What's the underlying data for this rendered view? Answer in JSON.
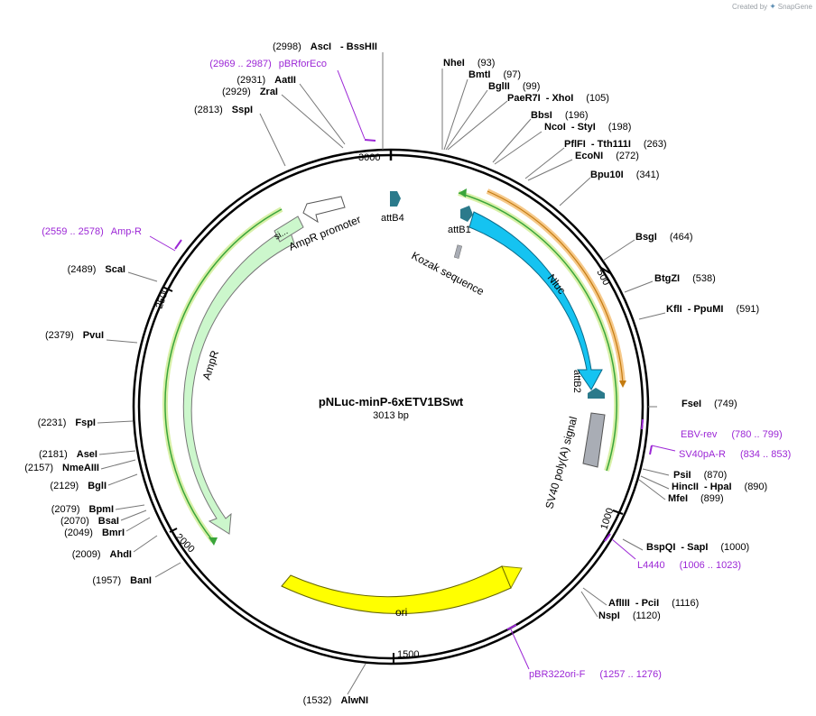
{
  "credit": {
    "prefix": "Created by",
    "brand": "SnapGene"
  },
  "plasmid": {
    "name": "pNLuc-minP-6xETV1BSwt",
    "size": "3013 bp"
  },
  "ticks": [
    "3000",
    "500",
    "1000",
    "1500",
    "2000",
    "2500"
  ],
  "features": {
    "nluc": "Nluc",
    "attb1": "attB1",
    "attb4": "attB4",
    "attb2": "attB2",
    "kozak": "Kozak sequence",
    "sv40": "SV40 poly(A) signal",
    "ori": "ori",
    "ampr": "AmpR",
    "ampr_promoter": "AmpR promoter",
    "sig": "si..."
  },
  "sites_right": [
    {
      "name": "NheI",
      "pos": "(93)"
    },
    {
      "name": "BmtI",
      "pos": "(97)"
    },
    {
      "name": "BglII",
      "pos": "(99)"
    },
    {
      "name": "PaeR7I",
      "name2": "XhoI",
      "pos": "(105)"
    },
    {
      "name": "BbsI",
      "pos": "(196)"
    },
    {
      "name": "NcoI",
      "name2": "StyI",
      "pos": "(198)"
    },
    {
      "name": "PflFI",
      "name2": "Tth111I",
      "pos": "(263)"
    },
    {
      "name": "EcoNI",
      "pos": "(272)"
    },
    {
      "name": "Bpu10I",
      "pos": "(341)"
    },
    {
      "name": "BsgI",
      "pos": "(464)"
    },
    {
      "name": "BtgZI",
      "pos": "(538)"
    },
    {
      "name": "KflI",
      "name2": "PpuMI",
      "pos": "(591)"
    },
    {
      "name": "FseI",
      "pos": "(749)"
    },
    {
      "name": "PsiI",
      "pos": "(870)"
    },
    {
      "name": "HincII",
      "name2": "HpaI",
      "pos": "(890)"
    },
    {
      "name": "MfeI",
      "pos": "(899)"
    },
    {
      "name": "BspQI",
      "name2": "SapI",
      "pos": "(1000)"
    },
    {
      "name": "AflIII",
      "name2": "PciI",
      "pos": "(1116)"
    },
    {
      "name": "NspI",
      "pos": "(1120)"
    }
  ],
  "sites_left": [
    {
      "pos": "(2998)",
      "name": "AscI",
      "name2": "BssHII"
    },
    {
      "pos": "(2931)",
      "name": "AatII"
    },
    {
      "pos": "(2929)",
      "name": "ZraI"
    },
    {
      "pos": "(2813)",
      "name": "SspI"
    },
    {
      "pos": "(2489)",
      "name": "ScaI"
    },
    {
      "pos": "(2379)",
      "name": "PvuI"
    },
    {
      "pos": "(2231)",
      "name": "FspI"
    },
    {
      "pos": "(2181)",
      "name": "AseI"
    },
    {
      "pos": "(2157)",
      "name": "NmeAIII"
    },
    {
      "pos": "(2129)",
      "name": "BglI"
    },
    {
      "pos": "(2079)",
      "name": "BpmI"
    },
    {
      "pos": "(2070)",
      "name": "BsaI"
    },
    {
      "pos": "(2049)",
      "name": "BmrI"
    },
    {
      "pos": "(2009)",
      "name": "AhdI"
    },
    {
      "pos": "(1957)",
      "name": "BanI"
    },
    {
      "pos": "(1532)",
      "name": "AlwNI"
    }
  ],
  "primers": [
    {
      "range": "(2969 .. 2987)",
      "name": "pBRforEco"
    },
    {
      "range": "(2559 .. 2578)",
      "name": "Amp-R"
    },
    {
      "name": "EBV-rev",
      "range": "(780 .. 799)"
    },
    {
      "name": "SV40pA-R",
      "range": "(834 .. 853)"
    },
    {
      "name": "L4440",
      "range": "(1006 .. 1023)"
    },
    {
      "name": "pBR322ori-F",
      "range": "(1257 .. 1276)"
    }
  ],
  "colors": {
    "backbone": "#000000",
    "nluc": "#15c3f1",
    "orange_primer": "#f0a83a",
    "green_orf": "#3aa53a",
    "ampr_fill": "#ccf7cc",
    "ori_fill": "#ffff00",
    "att": "#2b7a8b",
    "sv40": "#a9adb5",
    "primer": "#9c27d6",
    "brand": "#5f8fb4"
  }
}
